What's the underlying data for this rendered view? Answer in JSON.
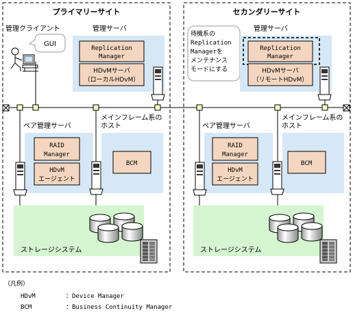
{
  "sites": {
    "primary": {
      "title": "プライマリーサイト"
    },
    "secondary": {
      "title": "セカンダリーサイト"
    }
  },
  "primary": {
    "client_label": "管理クライアント",
    "gui_label": "GUI",
    "server_label": "管理サーバ",
    "replication_line1": "Replication",
    "replication_line2": "Manager",
    "hdvm_line1": "HDvMサーバ",
    "hdvm_line2": "（ローカルHDvM）",
    "pair_server_label": "ペア管理サーバ",
    "mainframe_line1": "メインフレーム系の",
    "mainframe_line2": "ホスト",
    "raid_line1": "RAID",
    "raid_line2": "Manager",
    "agent_line1": "HDvM",
    "agent_line2": "エージェント",
    "bcm_label": "BCM",
    "storage_label": "ストレージシステム"
  },
  "secondary": {
    "callout_line1": "待機系の",
    "callout_line2": "Replication",
    "callout_line3": "Managerを",
    "callout_line4": "メンテナンス",
    "callout_line5": "モードにする",
    "server_label": "管理サーバ",
    "replication_line1": "Replication",
    "replication_line2": "Manager",
    "hdvm_line1": "HDvMサーバ",
    "hdvm_line2": "（リモートHDvM）",
    "pair_server_label": "ペア管理サーバ",
    "mainframe_line1": "メインフレーム系の",
    "mainframe_line2": "ホスト",
    "raid_line1": "RAID",
    "raid_line2": "Manager",
    "agent_line1": "HDvM",
    "agent_line2": "エージェント",
    "bcm_label": "BCM",
    "storage_label": "ストレージシステム"
  },
  "legend": {
    "title": "（凡例）",
    "items": [
      {
        "abbr": "HDvM",
        "desc": "：Device Manager"
      },
      {
        "abbr": "BCM",
        "desc": "：Business Continuity Manager"
      }
    ]
  },
  "colors": {
    "server_area": "#d6e8f7",
    "storage_area": "#d4f5d0",
    "component_box": "#f4d6c0",
    "line": "#000000"
  }
}
